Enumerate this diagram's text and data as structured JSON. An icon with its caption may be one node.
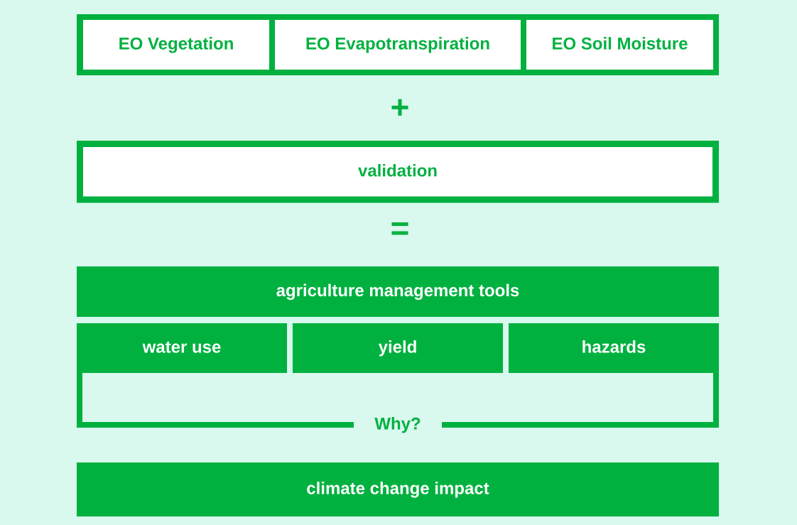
{
  "diagram": {
    "nodes": [
      {
        "text": [],
        "shape": "box"
      },
      {
        "text": [
          "EO Vegetation"
        ],
        "in": 0
      },
      {
        "text": [
          "EO Evapotranspiration"
        ],
        "in": 0
      },
      {
        "text": [
          "EO Soil Moisture"
        ],
        "in": 0
      },
      {
        "text": [
          "validation"
        ]
      },
      {
        "text": [
          "agriculture management tools"
        ]
      },
      {
        "text": [
          "water use"
        ]
      },
      {
        "text": [
          "yield"
        ]
      },
      {
        "text": [
          "hazards"
        ]
      },
      {
        "text": [
          "Why?"
        ]
      },
      {
        "text": [
          "climate change impact"
        ]
      }
    ],
    "labels": [
      "+",
      "="
    ]
  }
}
